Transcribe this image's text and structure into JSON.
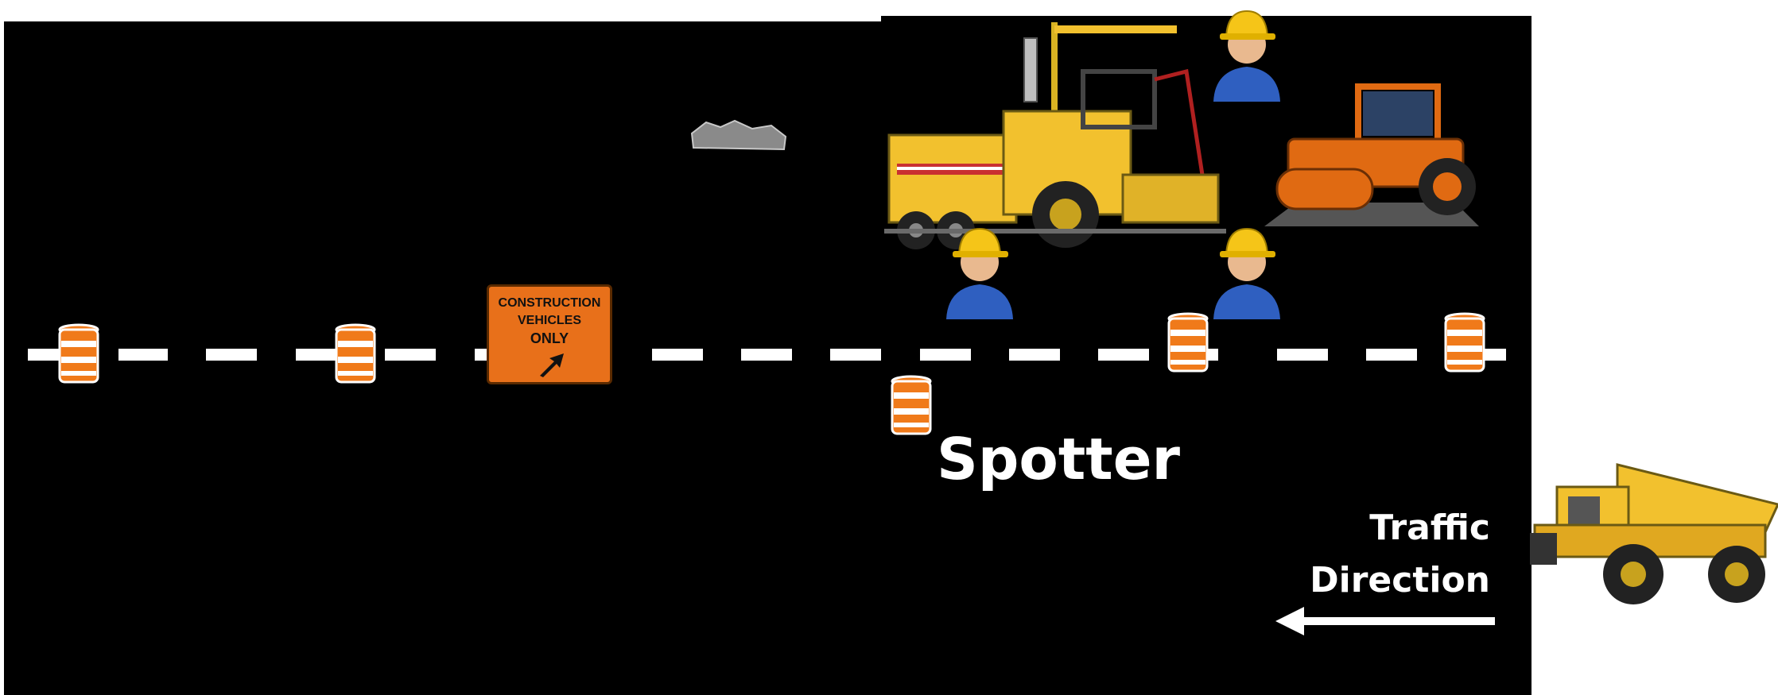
{
  "sign": {
    "line1": "CONSTRUCTION",
    "line2": "VEHICLES",
    "line3": "ONLY"
  },
  "labels": {
    "spotter": "Spotter",
    "traffic_line1": "Traffic",
    "traffic_line2": "Direction"
  },
  "colors": {
    "road": "#000000",
    "lane_marking": "#ffffff",
    "barrel": "#f07a1a",
    "sign": "#e8701a",
    "machinery": "#f2c12e",
    "roller": "#e06a12",
    "worker_shirt": "#2f5fc0",
    "hard_hat": "#f5c518"
  },
  "icons": [
    "traffic-barrel-icon",
    "construction-sign",
    "asphalt-paver-icon",
    "road-roller-icon",
    "dump-truck-icon",
    "worker-icon",
    "rock-pile-icon",
    "left-arrow-icon"
  ]
}
